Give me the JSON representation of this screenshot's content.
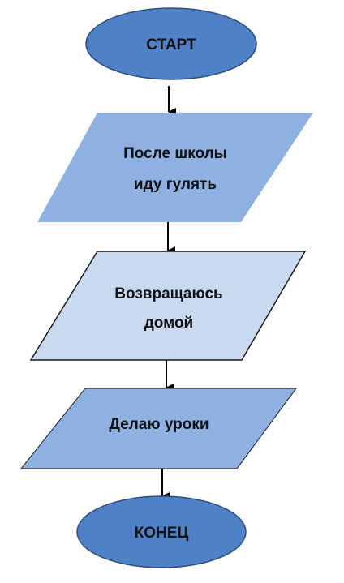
{
  "flowchart": {
    "start": {
      "label": "СТАРТ"
    },
    "step_1": {
      "lines": [
        "После школы",
        "иду гулять"
      ]
    },
    "step_2": {
      "lines": [
        "Возвращаюсь",
        "домой"
      ]
    },
    "step_3": {
      "lines": [
        "Делаю уроки"
      ]
    },
    "end": {
      "label": "КОНЕЦ"
    }
  },
  "colors": {
    "terminator_fill": "#4f81c7",
    "terminator_stroke": "#2f4f7f",
    "step_1_fill": "#8eb1e2",
    "step_2_fill": "#c8d9f0",
    "step_3_fill": "#8eb1e2",
    "step_stroke": "#1a1a1a"
  }
}
